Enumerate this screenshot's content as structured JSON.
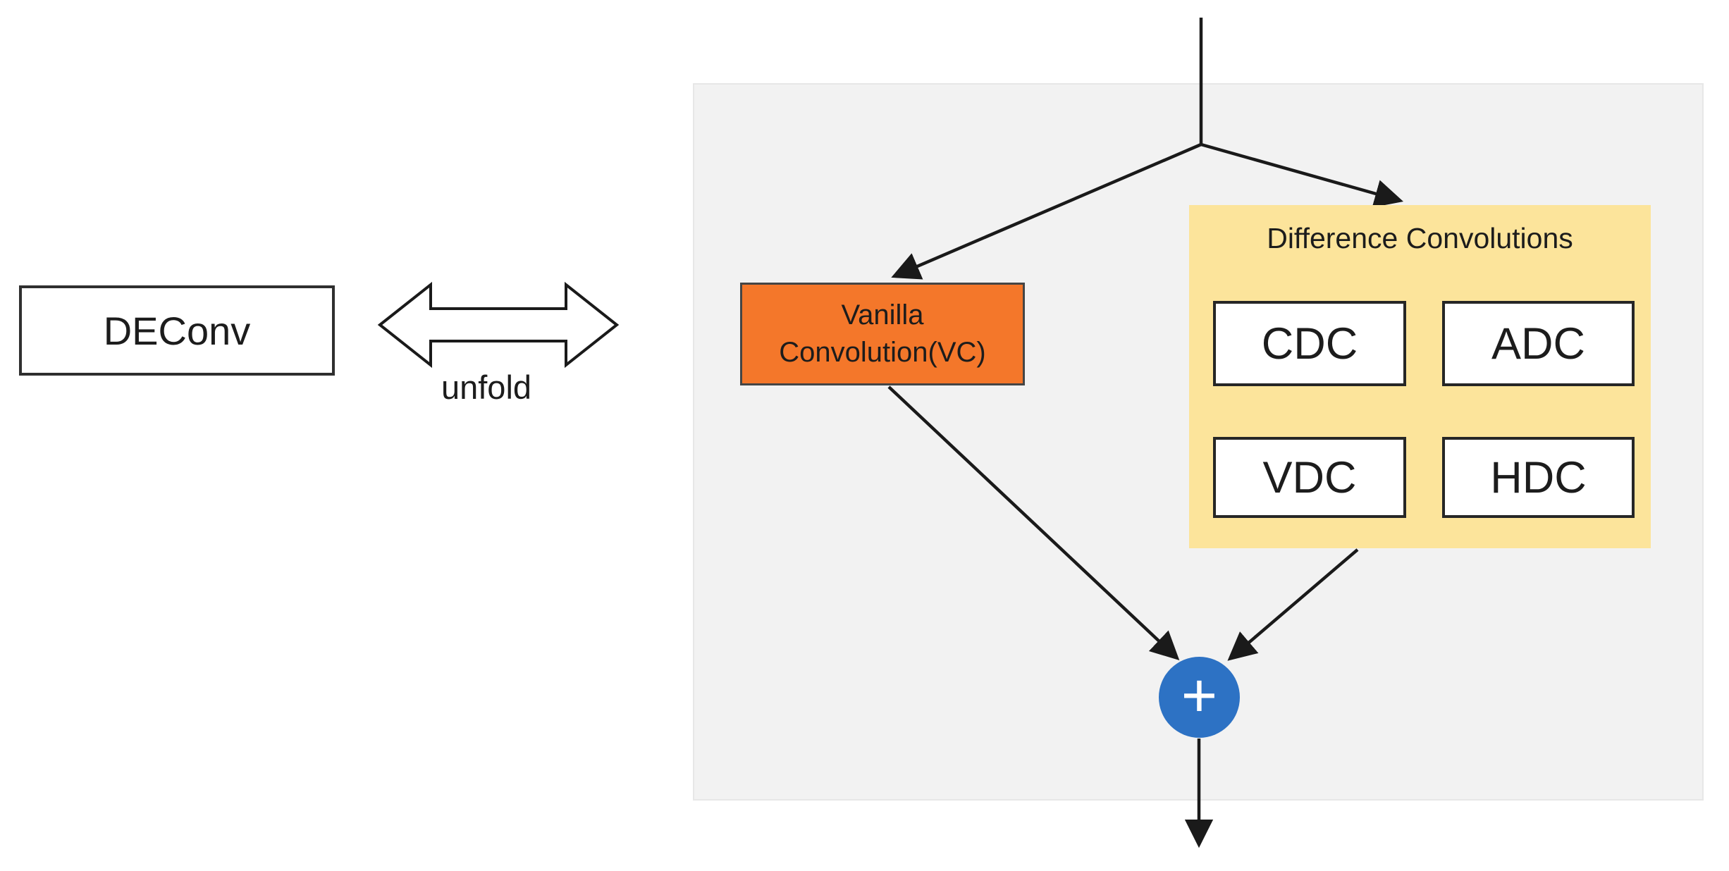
{
  "diagram": {
    "deconv": {
      "label": "DEConv"
    },
    "unfold": {
      "label": "unfold"
    },
    "panel": {
      "vanilla": {
        "line1": "Vanilla",
        "line2": "Convolution(VC)"
      },
      "difference": {
        "title": "Difference Convolutions",
        "items": [
          {
            "label": "CDC"
          },
          {
            "label": "ADC"
          },
          {
            "label": "VDC"
          },
          {
            "label": "HDC"
          }
        ]
      },
      "sum": {
        "symbol": "+"
      }
    },
    "colors": {
      "vanilla_fill": "#F4772A",
      "difference_fill": "#FCE49B",
      "sum_fill": "#2D72C4",
      "panel_fill": "#F2F2F2",
      "panel_border": "#E7E7E7",
      "line_color": "#1A1A1A",
      "text_color": "#1C1C1C",
      "box_border": "#2F2F2F"
    }
  }
}
